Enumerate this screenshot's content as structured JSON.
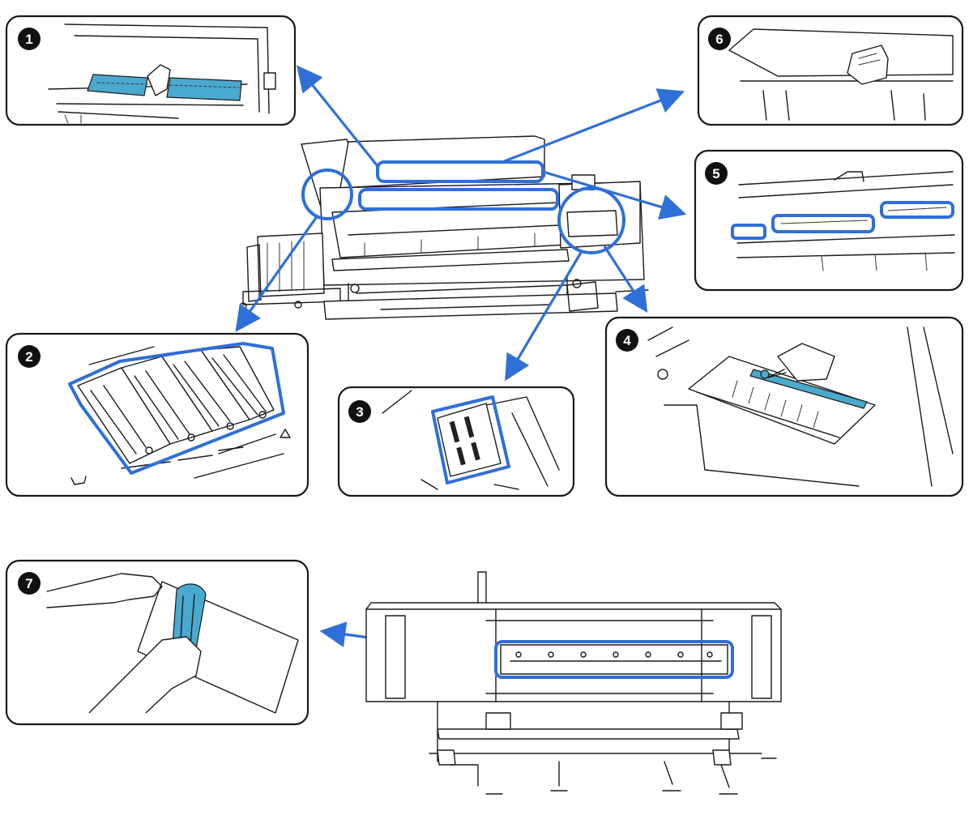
{
  "colors": {
    "accent": "#2f6fd8",
    "tool": "#4aa9cf",
    "line": "#1a1a1a"
  },
  "callouts": [
    {
      "id": "1",
      "number": "1"
    },
    {
      "id": "2",
      "number": "2"
    },
    {
      "id": "3",
      "number": "3"
    },
    {
      "id": "4",
      "number": "4"
    },
    {
      "id": "5",
      "number": "5"
    },
    {
      "id": "6",
      "number": "6"
    },
    {
      "id": "7",
      "number": "7"
    }
  ]
}
